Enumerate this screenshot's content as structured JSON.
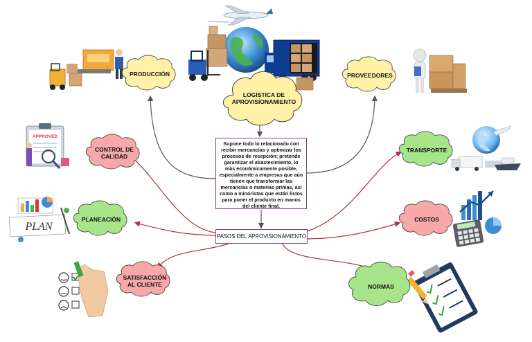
{
  "center": {
    "title": "LOGISTICA DE APROVISIONAMIENTO",
    "description": "Supone todo lo relacionado con recibir mercancías y optimizar los procesos de recepción; pretende garantizar el abastecimiento, lo más económicamente posible, especialmente a empresas que aún tienen que transformar las mercancías o materias primas, así como a minoristas que están listos para poner el producto en manos del cliente final.",
    "steps_label": "PASOS DEL APROVISIONAMIENTO"
  },
  "nodes": {
    "produccion": "PRODUCCIÓN",
    "proveedores": "PROVEEDORES",
    "control_calidad": "CONTROL DE CALIDAD",
    "transporte": "TRANSPORTE",
    "planeacion": "PLANEACIÓN",
    "costos": "COSTOS",
    "satisfaccion": "SATISFACCIÓN AL CLIENTE",
    "normas": "NORMAS"
  },
  "illustrations": {
    "plan_text": "PLAN",
    "approved_text": "APPROVED"
  },
  "colors": {
    "yellow_cloud": "#fff2a8",
    "pink_cloud": "#f7a8a8",
    "green_cloud": "#a8e58a",
    "connector_gray": "#555555",
    "connector_red": "#b5303a",
    "box_border": "#8a3a8a"
  }
}
